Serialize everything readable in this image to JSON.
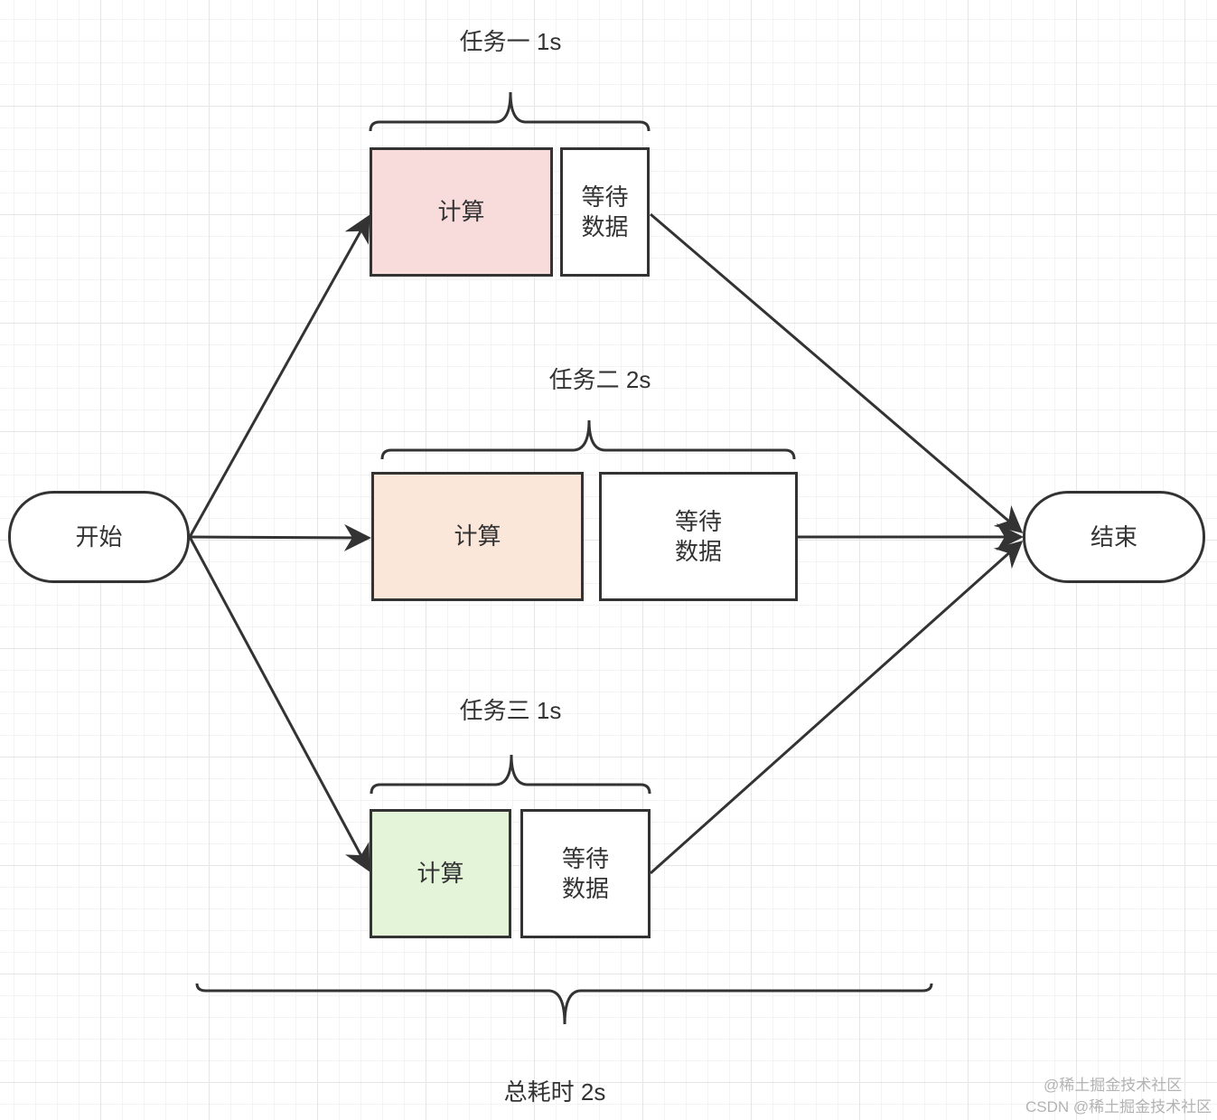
{
  "nodes": {
    "start": "开始",
    "end": "结束"
  },
  "tasks": [
    {
      "label": "任务一 1s",
      "compute": "计算",
      "wait": "等待\n数据",
      "compute_color": "#f8dcdc"
    },
    {
      "label": "任务二 2s",
      "compute": "计算",
      "wait": "等待\n数据",
      "compute_color": "#fbe7da"
    },
    {
      "label": "任务三 1s",
      "compute": "计算",
      "wait": "等待\n数据",
      "compute_color": "#e3f4d8"
    }
  ],
  "total": "总耗时 2s",
  "watermark": {
    "line1": "@稀土掘金技术社区",
    "line2": "CSDN @稀土掘金技术社区"
  },
  "colors": {
    "stroke": "#333333",
    "background": "#ffffff",
    "grid": "#e6e6e6"
  }
}
